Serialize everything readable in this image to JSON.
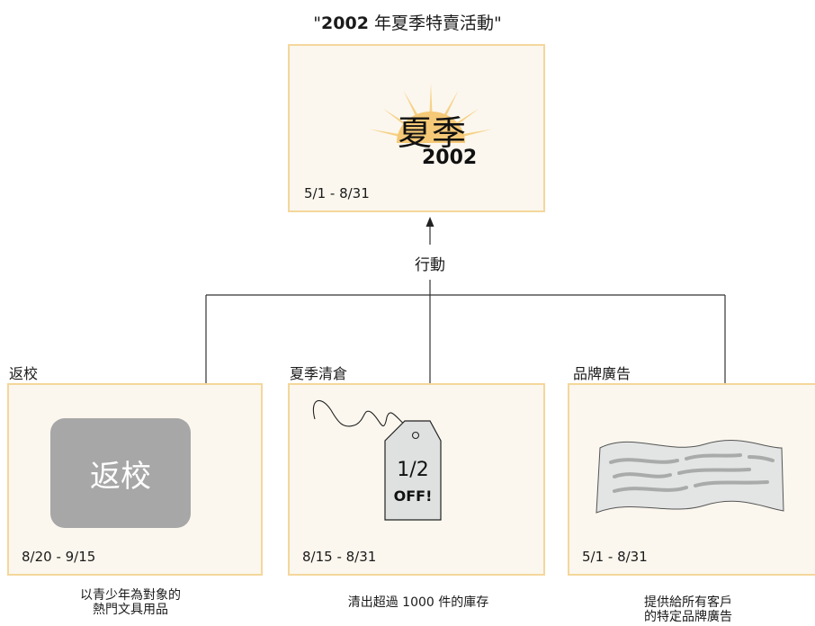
{
  "header": {
    "title_open_quote": "\"",
    "title_year": "2002",
    "title_rest": " 年夏季特賣活動\""
  },
  "main_event": {
    "logo_text": "夏季",
    "logo_year": "2002",
    "date": "5/1 - 8/31"
  },
  "connector": {
    "label": "行動"
  },
  "campaigns": [
    {
      "caption": "返校",
      "badge_text": "返校",
      "date": "8/20 - 9/15",
      "description_line1": "以青少年為對象的",
      "description_line2": "熱門文具用品"
    },
    {
      "caption": "夏季清倉",
      "tag_fraction": "1/2",
      "tag_off": "OFF!",
      "date": "8/15 - 8/31",
      "description_line1": "清出超過 1000 件的庫存"
    },
    {
      "caption": "品牌廣告",
      "date": "5/1 - 8/31",
      "description_line1": "提供給所有客戶",
      "description_line2": "的特定品牌廣告"
    }
  ],
  "colors": {
    "panel_fill": "#fbf7ee",
    "panel_border": "#f4d79b",
    "sunburst": "#f7d186",
    "badge_gray": "#a7a7a7",
    "line": "#333333"
  }
}
